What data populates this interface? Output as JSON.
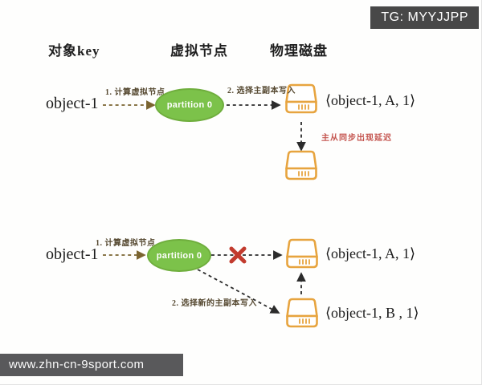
{
  "badge": {
    "text": "TG: MYYJJPP"
  },
  "footer": {
    "url": "www.zhn-cn-9sport.com"
  },
  "column_headers": {
    "object_key": "对象key",
    "virtual_node": "虚拟节点",
    "physical_disk": "物理磁盘"
  },
  "flow_normal": {
    "object_label": "object-1",
    "step1_label": "1. 计算虚拟节点",
    "partition_label": "partition 0",
    "step2_label": "2. 选择主副本写入",
    "result_primary": "⟨object-1, A, 1⟩",
    "sync_delay_note": "主从同步出现延迟"
  },
  "flow_failover": {
    "object_label": "object-1",
    "step1_label": "1. 计算虚拟节点",
    "partition_label": "partition 0",
    "step2_label": "2. 选择新的主副本写入",
    "result_old_primary": "⟨object-1, A, 1⟩",
    "result_new_primary": "⟨object-1, B , 1⟩"
  },
  "colors": {
    "partition_green": "#7cc24a",
    "disk_orange": "#e7a43f",
    "failure_red": "#c23b2e",
    "note_red": "#c4544e",
    "arrow_black": "#2b2b2b",
    "arrow_brown": "#7a6430",
    "badge_bg": "#484848",
    "footer_bg": "#59595b"
  }
}
